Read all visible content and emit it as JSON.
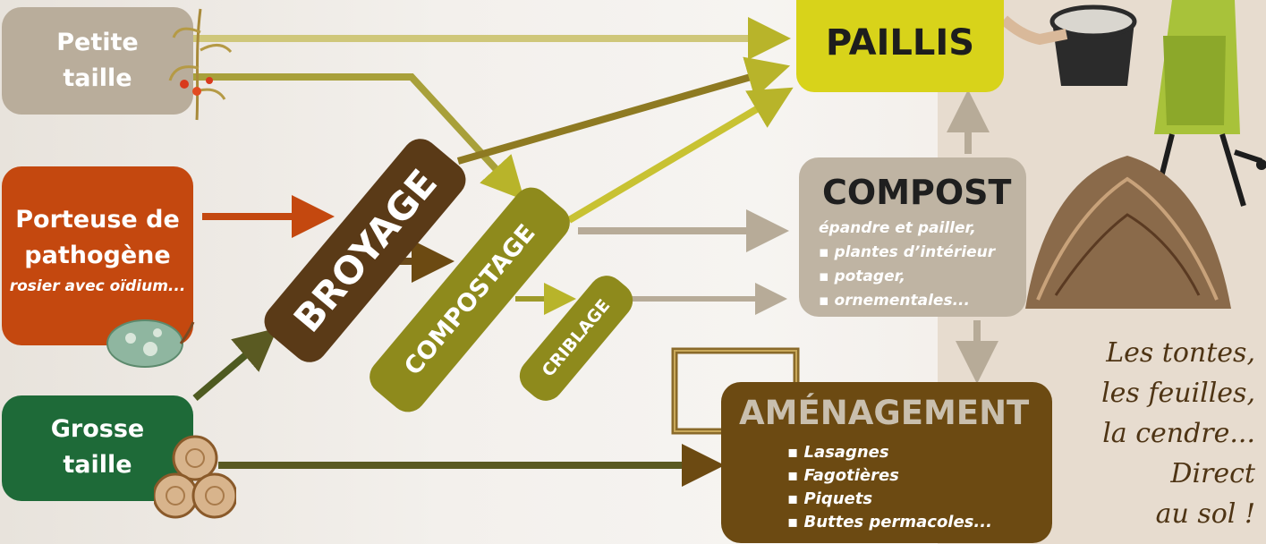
{
  "sources": {
    "petite": {
      "line1": "Petite",
      "line2": "taille"
    },
    "porteuse": {
      "line1": "Porteuse de",
      "line2": "pathogène",
      "sub": "rosier avec oïdium..."
    },
    "grosse": {
      "line1": "Grosse",
      "line2": "taille"
    }
  },
  "processes": {
    "broyage": "BROYAGE",
    "compostage": "COMPOSTAGE",
    "criblage": "CRIBLAGE"
  },
  "outputs": {
    "paillis": "PAILLIS",
    "compost": {
      "title": "COMPOST",
      "line0": "épandre et pailler,",
      "items": [
        "plantes d’intérieur",
        "potager,",
        "ornementales..."
      ]
    },
    "amenagement": {
      "title": "AMÉNAGEMENT",
      "items": [
        "Lasagnes",
        "Fagotières",
        "Piquets",
        "Buttes permacoles..."
      ]
    }
  },
  "note": {
    "lines": [
      "Les tontes,",
      "les feuilles,",
      "la cendre...",
      "Direct",
      "au sol !"
    ]
  },
  "colors": {
    "petite": "#b9ad9b",
    "porteuse": "#c4480f",
    "grosse": "#1e6a38",
    "broyage": "#5a3a17",
    "compostage": "#8e8a1c",
    "paillis": "#d8d31a",
    "compost": "#bfb4a3",
    "amenagement": "#6c4a12"
  }
}
